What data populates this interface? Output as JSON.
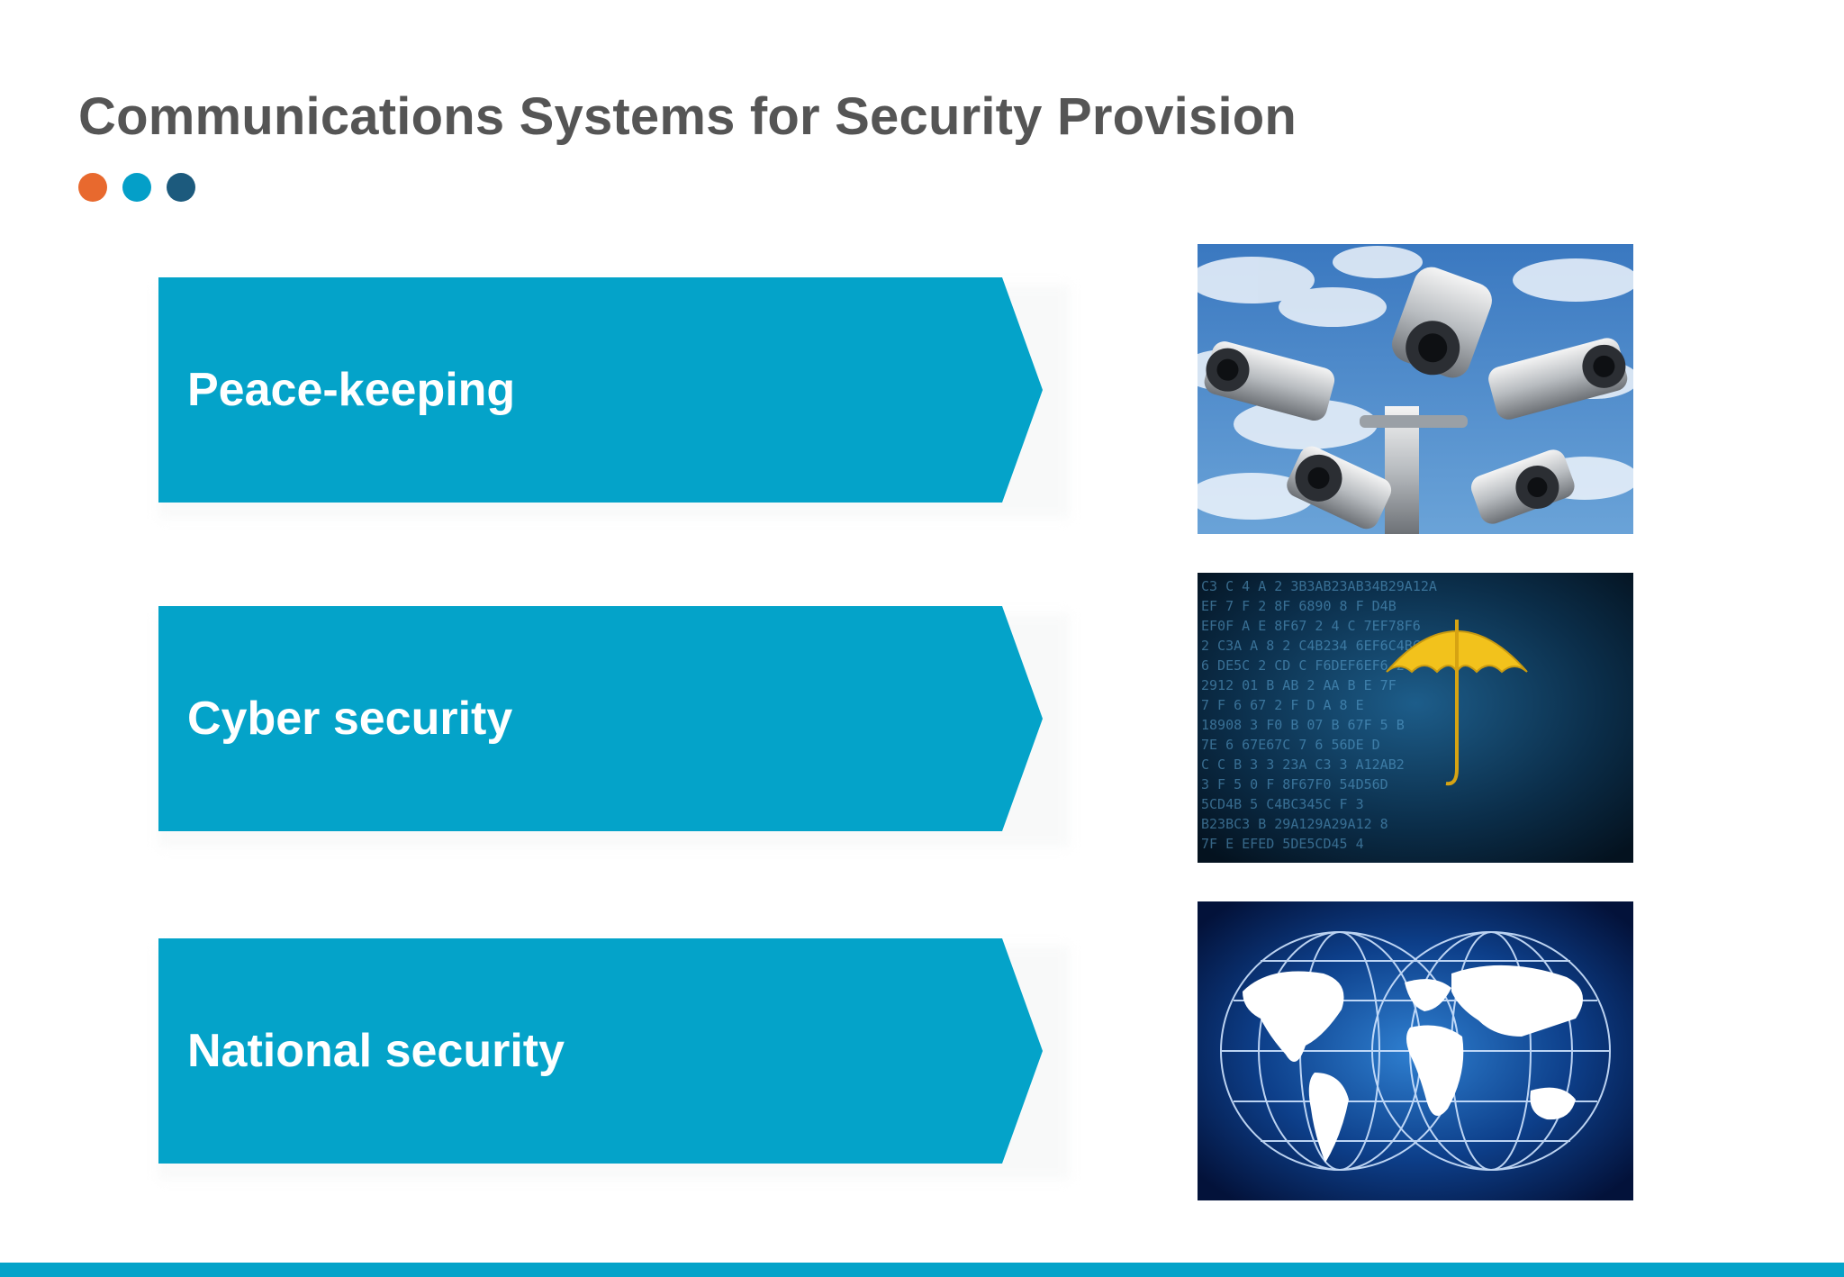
{
  "slide": {
    "title": "Communications Systems for Security Provision",
    "dots": [
      "#e8692e",
      "#049fc8",
      "#1c5a7d"
    ],
    "accent_color": "#04a3c9",
    "bottom_bar_color": "#04a3c9",
    "title_color": "#555555"
  },
  "items": [
    {
      "label": "Peace-keeping",
      "image": "cctv-cameras-sky"
    },
    {
      "label": "Cyber security",
      "image": "umbrella-over-code"
    },
    {
      "label": "National security",
      "image": "world-globe-grid"
    }
  ]
}
